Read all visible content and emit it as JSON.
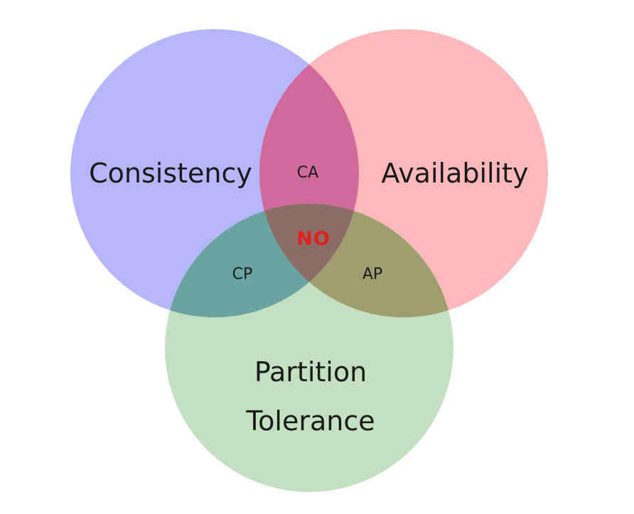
{
  "diagram": {
    "sets": {
      "consistency": {
        "label": "Consistency",
        "color": "#b5b6fb"
      },
      "availability": {
        "label": "Availability",
        "color": "#fdb8b9"
      },
      "partition_tolerance": {
        "label_line1": "Partition",
        "label_line2": "Tolerance",
        "color": "#c3e0c1"
      }
    },
    "intersections": {
      "ca": "CA",
      "cp": "CP",
      "ap": "AP",
      "all": "NO"
    },
    "colors": {
      "ca": "#d06a9b",
      "cp": "#6aa39f",
      "ap": "#a09e71",
      "all": "#8a6c68",
      "no_text": "#e41d1d"
    }
  }
}
